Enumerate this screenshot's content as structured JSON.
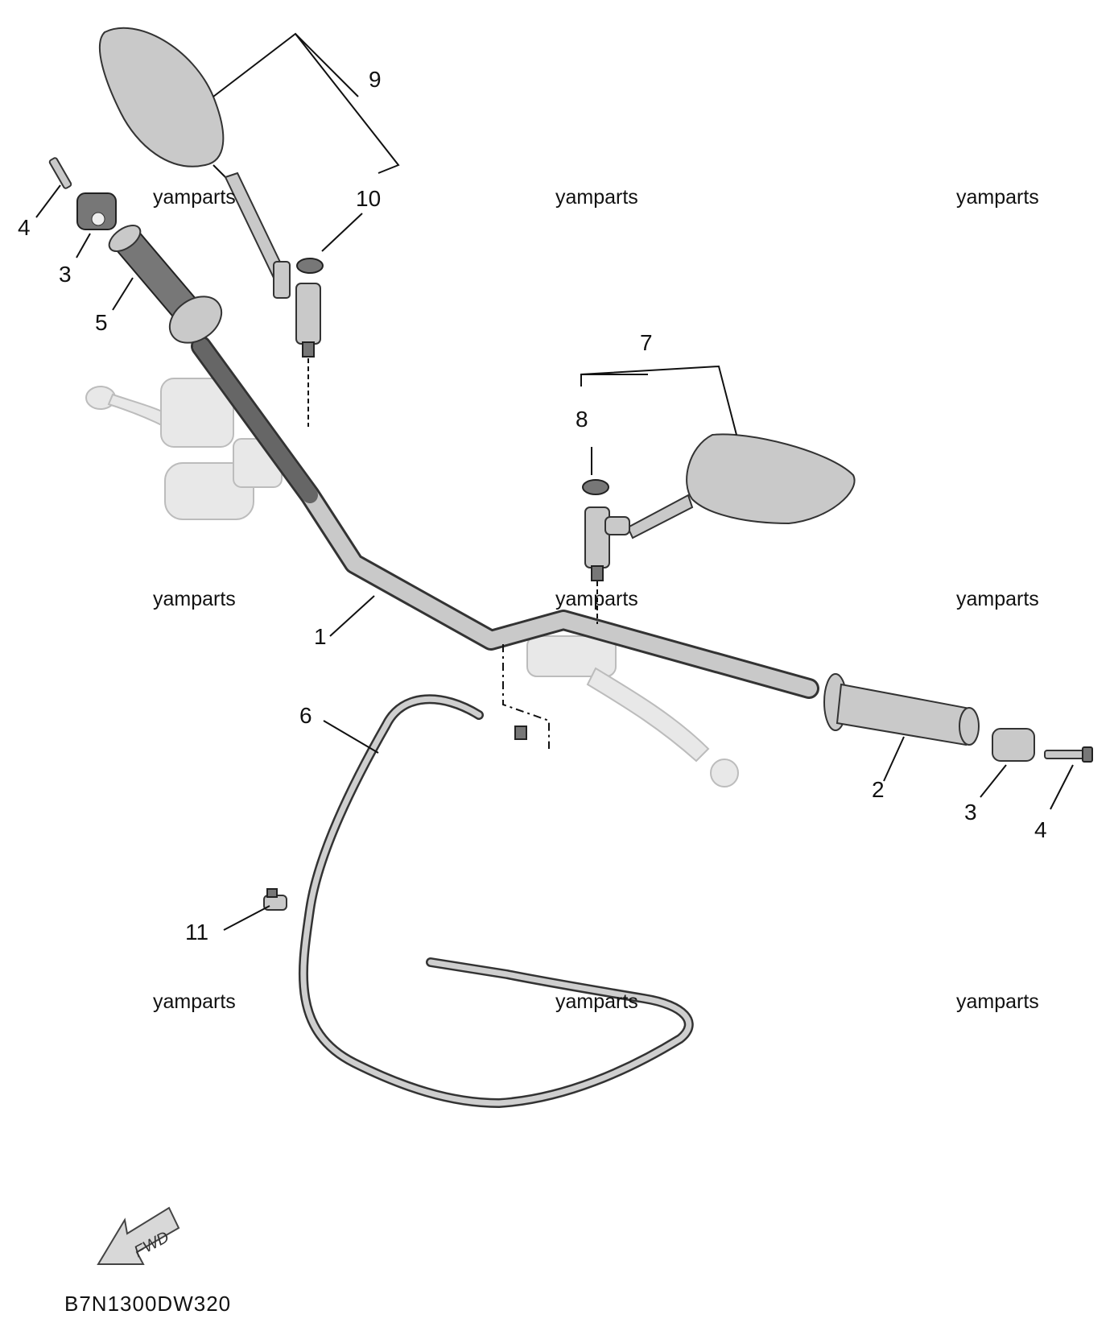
{
  "watermarks": [
    "yamparts",
    "yamparts",
    "yamparts",
    "yamparts",
    "yamparts",
    "yamparts",
    "yamparts",
    "yamparts",
    "yamparts"
  ],
  "callouts": {
    "c1": "1",
    "c2": "2",
    "c3a": "3",
    "c3b": "3",
    "c4a": "4",
    "c4b": "4",
    "c5": "5",
    "c6": "6",
    "c7": "7",
    "c8": "8",
    "c9": "9",
    "c10": "10",
    "c11": "11"
  },
  "fwd_label": "FWD",
  "diagram_code": "B7N1300DW320",
  "colors": {
    "part": "#c9c9c9",
    "ghost": "#e8e8e8",
    "line": "#111111"
  }
}
